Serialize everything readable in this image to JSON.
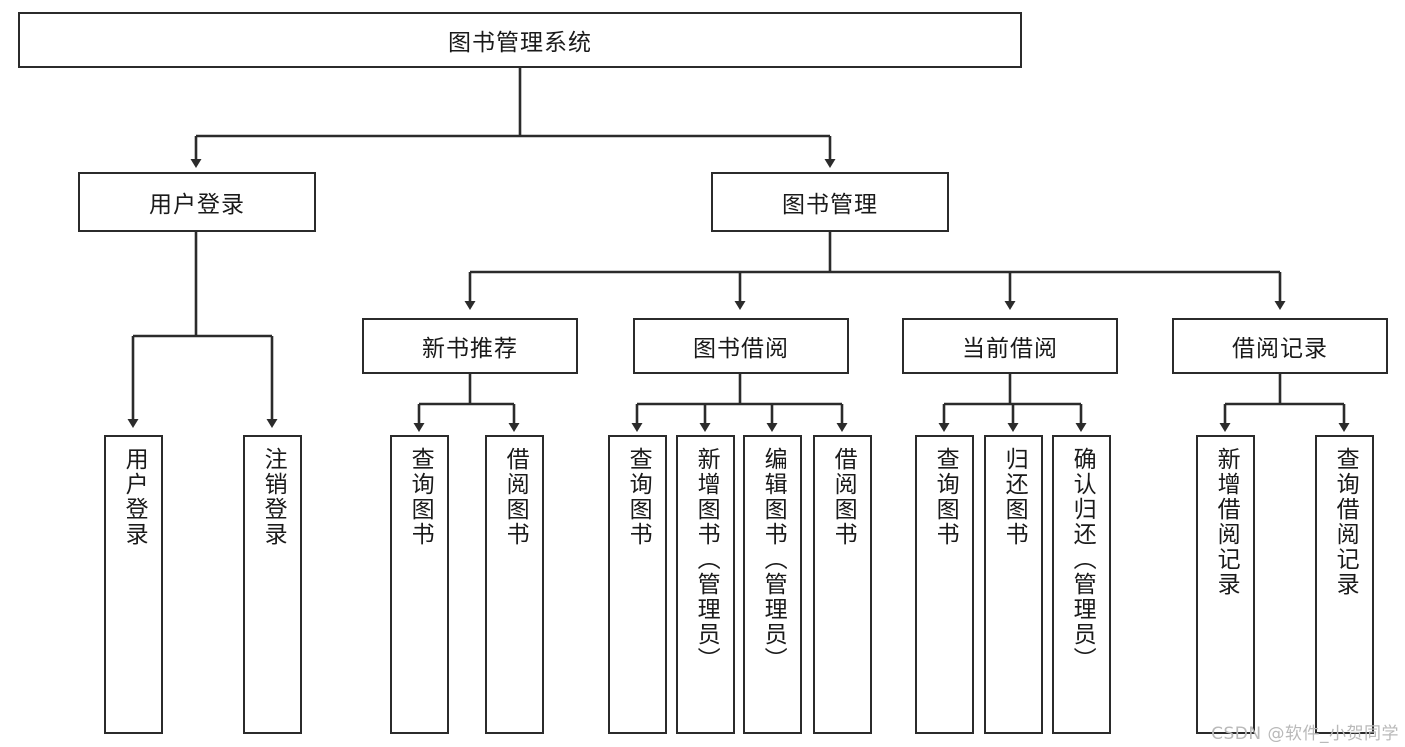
{
  "diagram": {
    "title": "图书管理系统",
    "watermark": "CSDN @软件_小贺同学",
    "accent_color": "#2b2b2b",
    "background_color": "#ffffff",
    "nodes": {
      "root": {
        "label": "图书管理系统"
      },
      "level2": [
        {
          "id": "user-login",
          "label": "用户登录"
        },
        {
          "id": "book-management",
          "label": "图书管理"
        }
      ],
      "level3": [
        {
          "id": "new-book-recommend",
          "label": "新书推荐"
        },
        {
          "id": "book-borrow",
          "label": "图书借阅"
        },
        {
          "id": "current-borrow",
          "label": "当前借阅"
        },
        {
          "id": "borrow-record",
          "label": "借阅记录"
        }
      ],
      "leaves": {
        "user-login": [
          {
            "id": "leaf-user-login",
            "label": "用户登录"
          },
          {
            "id": "leaf-logout",
            "label": "注销登录"
          }
        ],
        "new-book-recommend": [
          {
            "id": "leaf-query-book-1",
            "label": "查询图书"
          },
          {
            "id": "leaf-borrow-book-1",
            "label": "借阅图书"
          }
        ],
        "book-borrow": [
          {
            "id": "leaf-query-book-2",
            "label": "查询图书"
          },
          {
            "id": "leaf-add-book",
            "label": "新增图书（管理员）"
          },
          {
            "id": "leaf-edit-book",
            "label": "编辑图书（管理员）"
          },
          {
            "id": "leaf-borrow-book-2",
            "label": "借阅图书"
          }
        ],
        "current-borrow": [
          {
            "id": "leaf-query-book-3",
            "label": "查询图书"
          },
          {
            "id": "leaf-return-book",
            "label": "归还图书"
          },
          {
            "id": "leaf-confirm-return",
            "label": "确认归还（管理员）"
          }
        ],
        "borrow-record": [
          {
            "id": "leaf-add-record",
            "label": "新增借阅记录"
          },
          {
            "id": "leaf-query-record",
            "label": "查询借阅记录"
          }
        ]
      }
    }
  }
}
